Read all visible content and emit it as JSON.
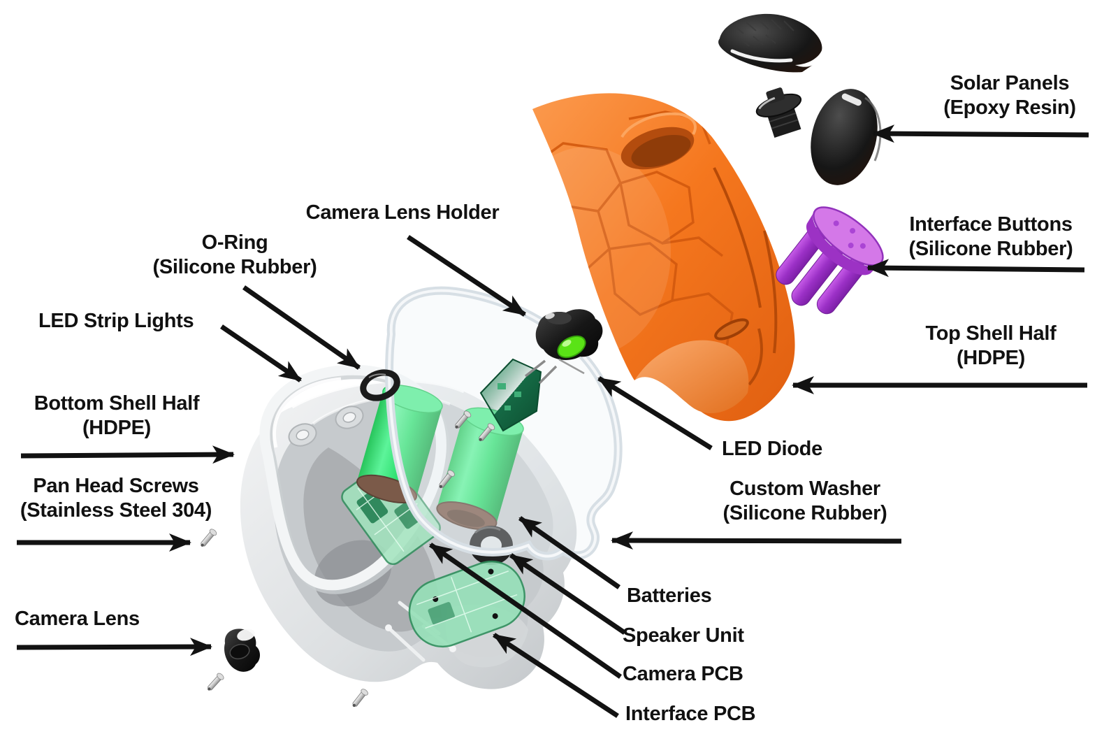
{
  "diagram": {
    "description": "Exploded-view assembly diagram of a turtle-shaped electronic device",
    "background": "#FFFFFF"
  },
  "labels": {
    "solar_panels": {
      "name": "Solar Panels",
      "material": "(Epoxy Resin)"
    },
    "interface_buttons": {
      "name": "Interface Buttons",
      "material": "(Silicone Rubber)"
    },
    "top_shell": {
      "name": "Top Shell Half",
      "material": "(HDPE)"
    },
    "led_diode": {
      "name": "LED Diode",
      "material": ""
    },
    "custom_washer": {
      "name": "Custom Washer",
      "material": "(Silicone Rubber)"
    },
    "batteries": {
      "name": "Batteries",
      "material": ""
    },
    "speaker_unit": {
      "name": "Speaker Unit",
      "material": ""
    },
    "camera_pcb": {
      "name": "Camera PCB",
      "material": ""
    },
    "interface_pcb": {
      "name": "Interface PCB",
      "material": ""
    },
    "camera_lens_holder": {
      "name": "Camera Lens Holder",
      "material": ""
    },
    "o_ring": {
      "name": "O-Ring",
      "material": "(Silicone Rubber)"
    },
    "led_strip_lights": {
      "name": "LED Strip Lights",
      "material": ""
    },
    "bottom_shell": {
      "name": "Bottom Shell Half",
      "material": "(HDPE)"
    },
    "pan_head_screws": {
      "name": "Pan Head Screws",
      "material": "(Stainless Steel 304)"
    },
    "camera_lens": {
      "name": "Camera Lens",
      "material": ""
    }
  },
  "colors": {
    "top_shell_orange": "#F5771E",
    "interface_buttons_purple": "#A63FD4",
    "battery_green": "#2FD96B",
    "pcb_green": "#2F8F5C",
    "led_green": "#5AE316",
    "bottom_shell_grey": "#D6D9DB",
    "black_parts": "#1C1C1C",
    "label_text": "#111111",
    "arrow": "#121212",
    "background": "#FFFFFF"
  }
}
